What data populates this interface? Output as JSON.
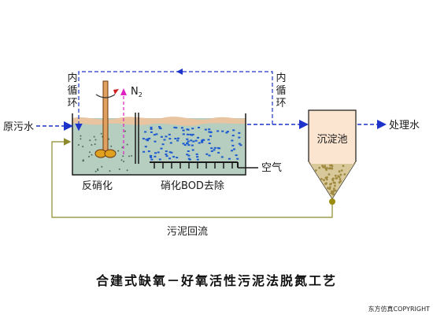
{
  "labels": {
    "raw_water": "原污水",
    "inner_cycle_left": [
      "内",
      "循",
      "环"
    ],
    "inner_cycle_right": [
      "内",
      "循",
      "环"
    ],
    "n2": "N",
    "n2_sub": "2",
    "sedimentation_tank": "沉淀池",
    "treated_water": "处理水",
    "air": "空气",
    "denitrification": "反硝化",
    "nitrification_bod": "硝化BOD去除",
    "sludge_return": "污泥回流"
  },
  "title": "合建式缺氧－好氧活性污泥法脱氮工艺",
  "copyright": "东方仿真COPYRIGHT",
  "colors": {
    "water": "#b5cec0",
    "water_top": "#e8c4a0",
    "tank_outline": "#1a1a1a",
    "flow_arrow": "#1d33c9",
    "return_line": "#8c8a2a",
    "return_node": "#9a8c10",
    "n2_arrow": "#e020c0",
    "mixer_arrow": "#cc2020",
    "clarifier_fill": "#fbe4d0",
    "sludge": "#d8c89a"
  },
  "icons": [
    "mixer-icon",
    "rotation-arrow-icon",
    "n2-arrow-icon",
    "diffuser-icon"
  ]
}
